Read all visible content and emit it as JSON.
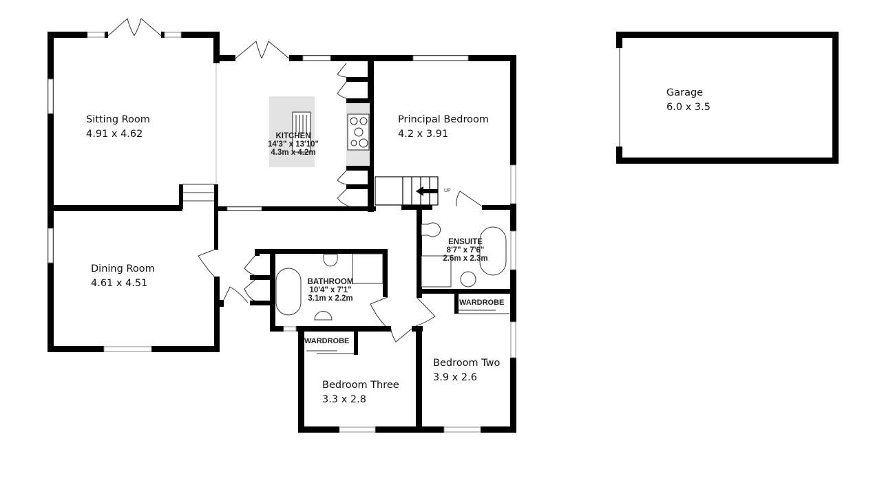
{
  "floorplan": {
    "rooms": [
      {
        "id": "sitting-room",
        "name": "Sitting Room",
        "dims": "4.91 x 4.62"
      },
      {
        "id": "principal-bedroom",
        "name": "Principal Bedroom",
        "dims": "4.2 x 3.91"
      },
      {
        "id": "dining-room",
        "name": "Dining Room",
        "dims": "4.61 x 4.51"
      },
      {
        "id": "bedroom-two",
        "name": "Bedroom Two",
        "dims": "3.9 x 2.6"
      },
      {
        "id": "bedroom-three",
        "name": "Bedroom Three",
        "dims": "3.3 x 2.8"
      },
      {
        "id": "garage",
        "name": "Garage",
        "dims": "6.0 x 3.5"
      }
    ],
    "kitchen": {
      "name": "KITCHEN",
      "imperial": "14'3\"  x 13'10\"",
      "metric": "4.3m  x 4.2m"
    },
    "ensuite": {
      "name": "ENSUITE",
      "imperial": "8'7\"  x 7'6\"",
      "metric": "2.6m  x 2.3m"
    },
    "bathroom": {
      "name": "BATHROOM",
      "imperial": "10'4\"  x 7'1\"",
      "metric": "3.1m  x 2.2m"
    },
    "wardrobes": [
      "WARDROBE",
      "WARDROBE"
    ],
    "stairs_label": "UP",
    "colors": {
      "wall": "#000000",
      "island": "#e3e3e3",
      "window": "#ffffff"
    }
  }
}
